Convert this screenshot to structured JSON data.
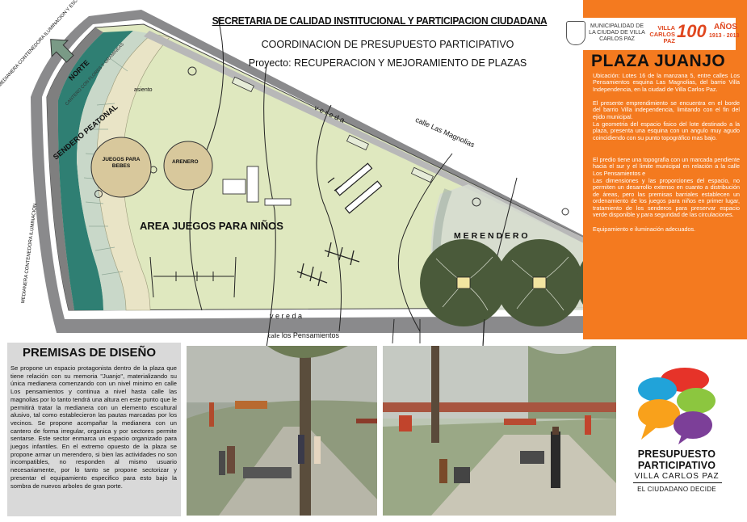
{
  "header": {
    "line1": "SECRETARIA DE CALIDAD INSTITUCIONAL Y PARTICIPACION CIUDADANA",
    "line2": "COORDINACION DE PRESUPUESTO PARTICIPATIVO",
    "line3": "Proyecto: RECUPERACION Y MEJORAMIENTO DE PLAZAS"
  },
  "municipality": {
    "text": "MUNICIPALIDAD DE LA CIUDAD DE VILLA CARLOS PAZ",
    "anniversary_city": "VILLA CARLOS PAZ",
    "anniversary_number": "100",
    "anniversary_word": "AÑOS",
    "anniversary_years": "1913 - 2013"
  },
  "plaza": {
    "title": "PLAZA JUANJO",
    "p1": "Ubicación: Lotes 16 de la manzana 5, entre calles Los Pensamientos esquina Las Magnolias, del barrio Villa Independencia, en la ciudad de Villa Carlos Paz.",
    "p2": "El presente emprendimiento se encuentra en el borde del barrio Villa independencia, limitando con el fin del ejido municipal.",
    "p3": "La geometria del espacio fisico del lote destinado a la plaza, presenta una esquina con un angulo muy agudo coincidiendo con su punto topográfico mas bajo.",
    "p4": "El predio tiene una topografia con un marcada pendiente hacia el sur y el limite municipal en relación a la calle Los Pensamientos e",
    "p5": "Las dimensiones y las proporciones del espacio, no permiten un desarrollo extenso en cuanto a distribución de áreas, pero las premisas barriales establecen un ordenamiento de los juegos para niños en primer lugar, tratamiento de los senderos para preservar espacio verde disponible y para seguridad de las circulaciones.",
    "p6": "Equipamiento e iluminación adecuados."
  },
  "plan": {
    "north": "NORTE",
    "medianera_top": "MEDIANERA CONTENEDORA ILUMINACION Y ESCULTURA ALUSIVA",
    "cantero": "CANTERO CON FLORES Y GRAMINEAS",
    "medianera_left": "MEDIANERA CONTENEDORA ILUMINACION",
    "sendero": "SENDERO PEATONAL",
    "asiento": "asiento",
    "vereda_top": "v e r e d a",
    "calle_magnolias": "calle Las Magnolias",
    "juegos_bebes": "JUEGOS PARA BEBES",
    "arenero": "ARENERO",
    "area_juegos": "AREA JUEGOS PARA NIÑOS",
    "merendero": "M E R E N D E R O",
    "vereda_bottom": "v e r e d a",
    "calle_pensamientos_prefix": "calle",
    "calle_pensamientos": "los Pensamientos"
  },
  "premisas": {
    "title": "PREMISAS DE DISEÑO",
    "text": "Se propone un espacio protagonista dentro de la plaza que tiene relación con su memoria \"Juanjo\", materializando su única medianera comenzando con un nivel minimo en calle Los pensamientos y continua a nivel hasta calle las magnolias por lo tanto tendrá una altura en este punto que le permitirá tratar la medianera con un elemento escultural alusivo, tal como establecieron las pautas marcadas por los vecinos. Se propone acompañar la medianera con un cantero de forma irregular, organica y por sectores permite sentarse. Este sector enmarca un espacio organizado para juegos infantiles. En el extremo opuesto de la plaza se propone armar un merendero, si bien las actividades no son incompatibles, no responden al mismo usuario necesariamente, por lo tanto se propone sectorizar y presentar el equipamiento especifico para esto bajo la sombra de nuevos arboles de gran porte."
  },
  "logo": {
    "line1": "PRESUPUESTO",
    "line2": "PARTICIPATIVO",
    "line3": "VILLA CARLOS PAZ",
    "line4": "EL CIUDADANO DECIDE"
  },
  "colors": {
    "orange": "#f47a1f",
    "lawn": "#dfe8bf",
    "street": "#8a8a8c",
    "sidewalk": "#c9d8c9",
    "teal_border": "#2f7f73",
    "sand": "#d8c89c",
    "tree": "#4a5a3a"
  },
  "icons": [
    "north-arrow-icon",
    "municipal-crest-icon",
    "speech-bubbles-logo-icon"
  ]
}
